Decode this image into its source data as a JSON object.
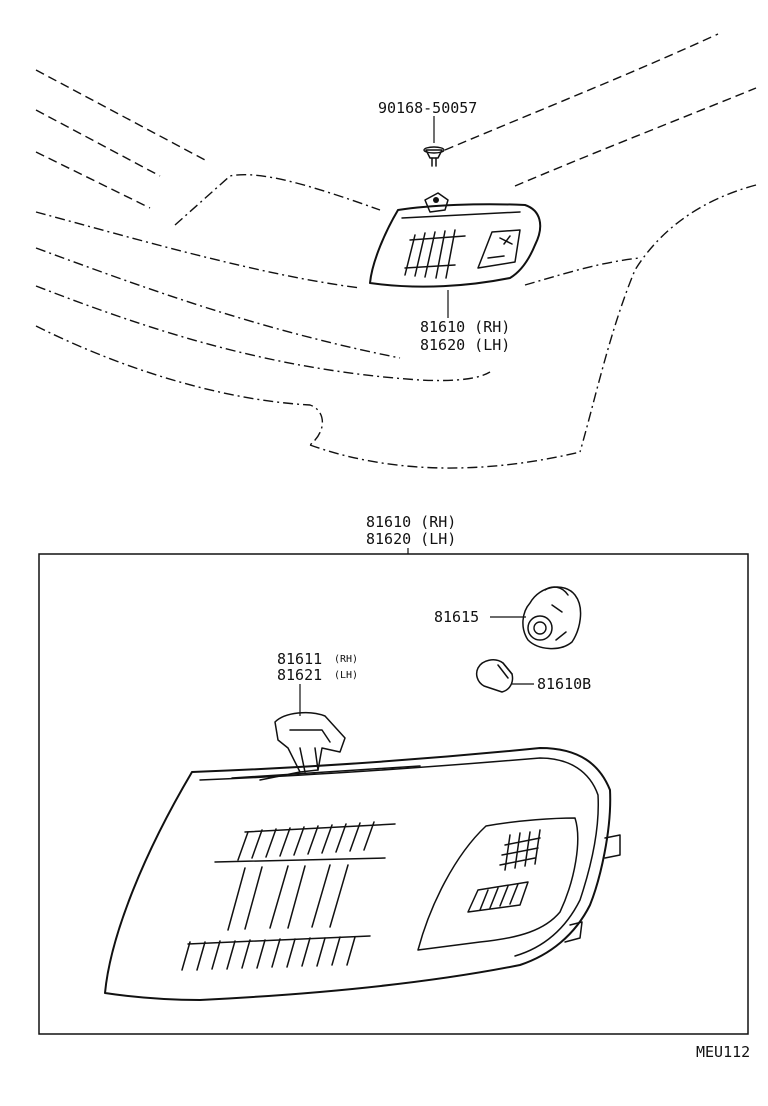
{
  "callouts": {
    "screw_part": "90168-50057",
    "lamp_upper_rh": "81610 (RH)",
    "lamp_upper_lh": "81620 (LH)",
    "lamp_box_rh": "81610 (RH)",
    "lamp_box_lh": "81620 (LH)",
    "socket_part": "81615",
    "bulb_part": "81610B",
    "lens_rh_number": "81611",
    "lens_rh_suffix": "(RH)",
    "lens_lh_number": "81621",
    "lens_lh_suffix": "(LH)"
  },
  "drawing_code": "MEU112"
}
